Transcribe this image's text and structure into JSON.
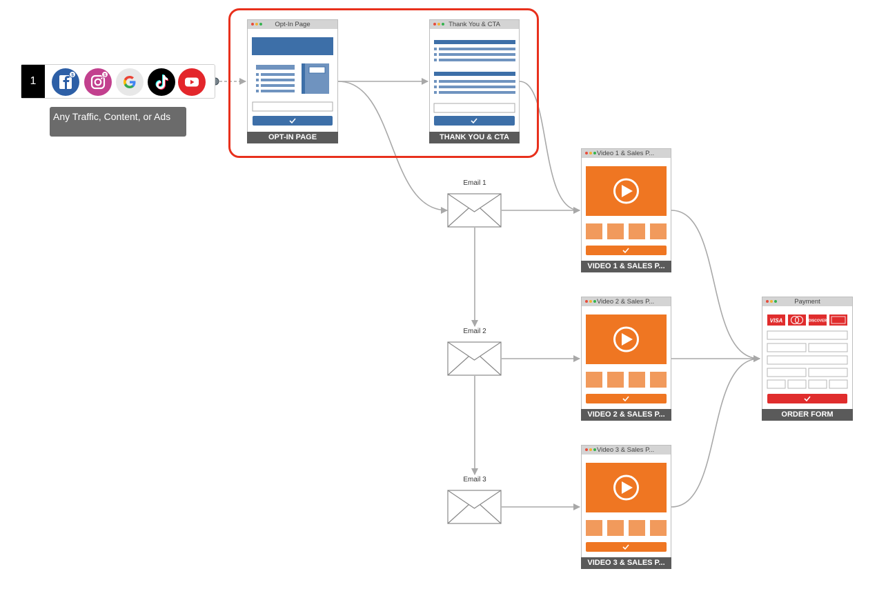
{
  "traffic": {
    "step_number": "1",
    "sources": [
      "facebook-icon",
      "instagram-icon",
      "google-icon",
      "tiktok-icon",
      "youtube-icon"
    ],
    "note": "Any Traffic, Content, or Ads"
  },
  "optin": {
    "title": "Opt-In Page",
    "footer": "OPT-IN PAGE"
  },
  "thankyou": {
    "title": "Thank You & CTA",
    "footer": "THANK YOU & CTA"
  },
  "emails": [
    {
      "label": "Email 1"
    },
    {
      "label": "Email 2"
    },
    {
      "label": "Email 3"
    }
  ],
  "videos": [
    {
      "title": "Video 1 & Sales P...",
      "footer": "VIDEO 1 & SALES P..."
    },
    {
      "title": "Video 2 & Sales P...",
      "footer": "VIDEO 2 & SALES P..."
    },
    {
      "title": "Video 3 & Sales P...",
      "footer": "VIDEO 3 & SALES P..."
    }
  ],
  "payment": {
    "title": "Payment",
    "footer": "ORDER FORM",
    "cards": [
      "VISA",
      "MASTERCARD",
      "DISCOVER",
      "AMERICAN EXPRESS"
    ]
  },
  "colors": {
    "highlight": "#e8301c",
    "blue": "#3d6fa8",
    "orange": "#ef7622",
    "red": "#e02d2d",
    "footer": "#5a5a5a",
    "connector": "#aaaaaa"
  }
}
